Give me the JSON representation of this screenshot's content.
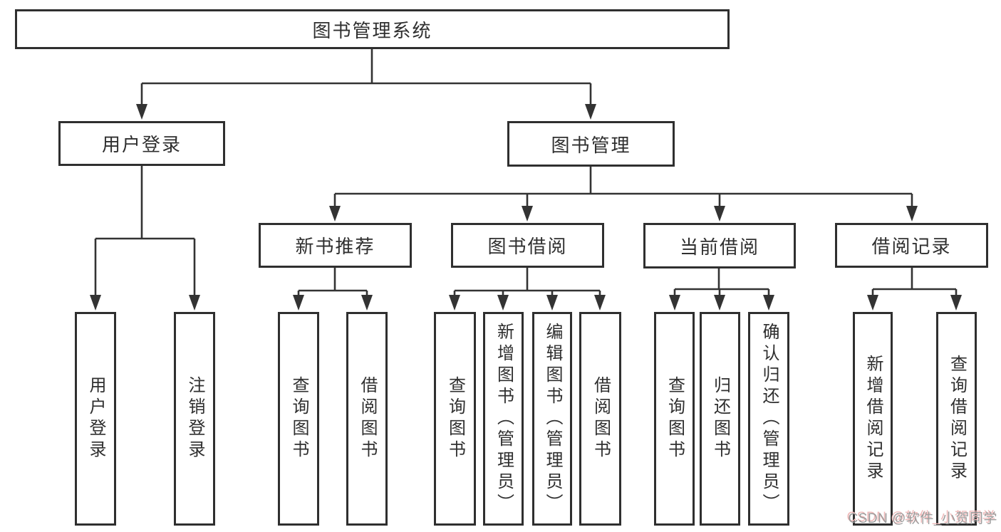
{
  "diagram": {
    "type": "hierarchy-tree",
    "root": {
      "label": "图书管理系统",
      "children": [
        {
          "label": "用户登录",
          "children": [
            {
              "label": "用户登录"
            },
            {
              "label": "注销登录"
            }
          ]
        },
        {
          "label": "图书管理",
          "children": [
            {
              "label": "新书推荐",
              "children": [
                {
                  "label": "查询图书"
                },
                {
                  "label": "借阅图书"
                }
              ]
            },
            {
              "label": "图书借阅",
              "children": [
                {
                  "label": "查询图书"
                },
                {
                  "label": "新增图书（管理员）"
                },
                {
                  "label": "编辑图书（管理员）"
                },
                {
                  "label": "借阅图书"
                }
              ]
            },
            {
              "label": "当前借阅",
              "children": [
                {
                  "label": "查询图书"
                },
                {
                  "label": "归还图书"
                },
                {
                  "label": "确认归还（管理员）"
                }
              ]
            },
            {
              "label": "借阅记录",
              "children": [
                {
                  "label": "新增借阅记录"
                },
                {
                  "label": "查询借阅记录"
                }
              ]
            }
          ]
        }
      ]
    }
  },
  "watermark": {
    "text": "CSDN @软件_小贺同学"
  },
  "colors": {
    "background": "#ffffff",
    "box_border": "#2f2f2f",
    "box_fill": "#ffffff",
    "line": "#333333",
    "text": "#2f2f2f",
    "watermark_text": "#9c9c9c",
    "watermark_accent": "#efb9b9"
  }
}
